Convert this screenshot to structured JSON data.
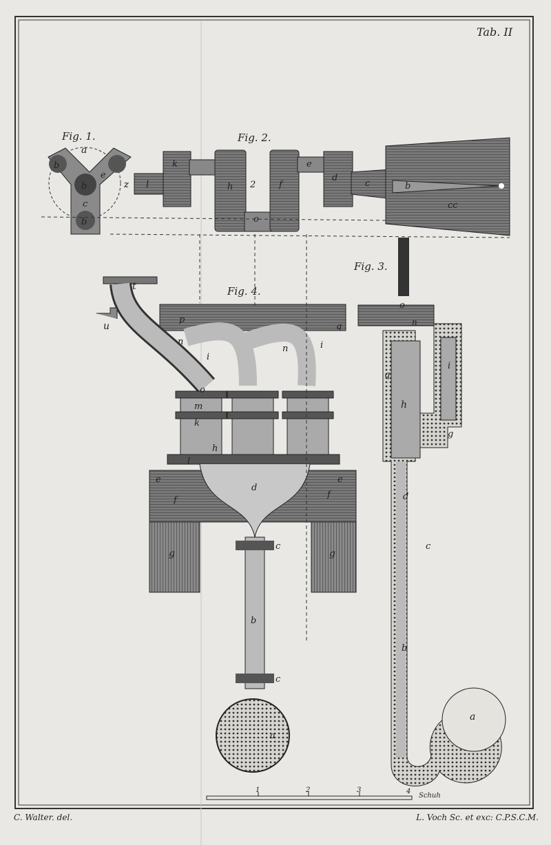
{
  "plate": {
    "title": "Tab. II"
  },
  "figures": {
    "fig1": {
      "title": "Fig. 1.",
      "labels": [
        "a",
        "b",
        "b",
        "b",
        "c",
        "e",
        "z"
      ]
    },
    "fig2": {
      "title": "Fig. 2.",
      "labels": [
        "k",
        "h",
        "2",
        "o",
        "f",
        "e",
        "d",
        "c",
        "b",
        "cc",
        "z",
        "l"
      ]
    },
    "fig3": {
      "title": "Fig. 3.",
      "labels": [
        "o",
        "h",
        "q",
        "i",
        "g",
        "d",
        "c",
        "b",
        "a",
        "n"
      ]
    },
    "fig4": {
      "title": "Fig. 4.",
      "labels": [
        "t",
        "u",
        "p",
        "q",
        "n",
        "n",
        "i",
        "i",
        "o",
        "m",
        "k",
        "h",
        "l",
        "d",
        "e",
        "e",
        "f",
        "f",
        "g",
        "g",
        "c",
        "b",
        "c",
        "a"
      ]
    }
  },
  "scale": {
    "ticks": [
      "1",
      "2",
      "3",
      "4"
    ],
    "unit": "Schuh"
  },
  "credits": {
    "left": "C. Walter. del.",
    "right": "L. Voch Sc. et exc: C.P.S.C.M."
  },
  "colors": {
    "paper": "#e9e8e4",
    "ink": "#222222",
    "shade": "#6a6a6a",
    "dark": "#3a3a3a"
  }
}
